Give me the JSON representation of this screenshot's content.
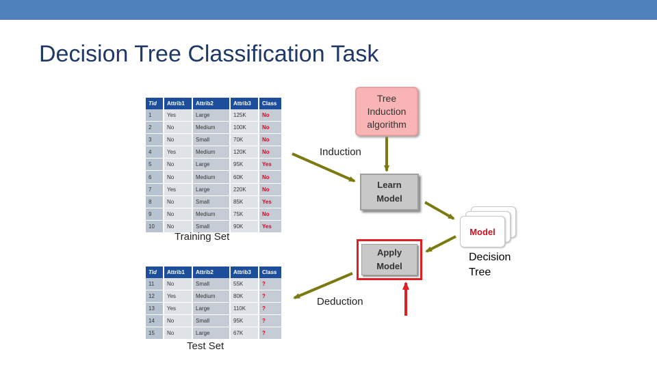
{
  "slide": {
    "title": "Decision Tree Classification Task",
    "accent_color": "#4f81bd"
  },
  "training_set": {
    "caption": "Training Set",
    "columns": [
      "Tid",
      "Attrib1",
      "Attrib2",
      "Attrib3",
      "Class"
    ],
    "rows": [
      [
        "1",
        "Yes",
        "Large",
        "125K",
        "No"
      ],
      [
        "2",
        "No",
        "Medium",
        "100K",
        "No"
      ],
      [
        "3",
        "No",
        "Small",
        "70K",
        "No"
      ],
      [
        "4",
        "Yes",
        "Medium",
        "120K",
        "No"
      ],
      [
        "5",
        "No",
        "Large",
        "95K",
        "Yes"
      ],
      [
        "6",
        "No",
        "Medium",
        "60K",
        "No"
      ],
      [
        "7",
        "Yes",
        "Large",
        "220K",
        "No"
      ],
      [
        "8",
        "No",
        "Small",
        "85K",
        "Yes"
      ],
      [
        "9",
        "No",
        "Medium",
        "75K",
        "No"
      ],
      [
        "10",
        "No",
        "Small",
        "90K",
        "Yes"
      ]
    ]
  },
  "test_set": {
    "caption": "Test Set",
    "columns": [
      "Tid",
      "Attrib1",
      "Attrib2",
      "Attrib3",
      "Class"
    ],
    "rows": [
      [
        "11",
        "No",
        "Small",
        "55K",
        "?"
      ],
      [
        "12",
        "Yes",
        "Medium",
        "80K",
        "?"
      ],
      [
        "13",
        "Yes",
        "Large",
        "110K",
        "?"
      ],
      [
        "14",
        "No",
        "Small",
        "95K",
        "?"
      ],
      [
        "15",
        "No",
        "Large",
        "67K",
        "?"
      ]
    ]
  },
  "diagram": {
    "induction_box_lines": [
      "Tree",
      "Induction",
      "algorithm"
    ],
    "learn_box_lines": [
      "Learn",
      "Model"
    ],
    "apply_box_lines": [
      "Apply",
      "Model"
    ],
    "model_label": "Model",
    "induction_label": "Induction",
    "deduction_label": "Deduction",
    "decision_tree_label_lines": [
      "Decision",
      "Tree"
    ],
    "arrow_color": "#7a7a10",
    "highlight_color": "#e02020"
  }
}
